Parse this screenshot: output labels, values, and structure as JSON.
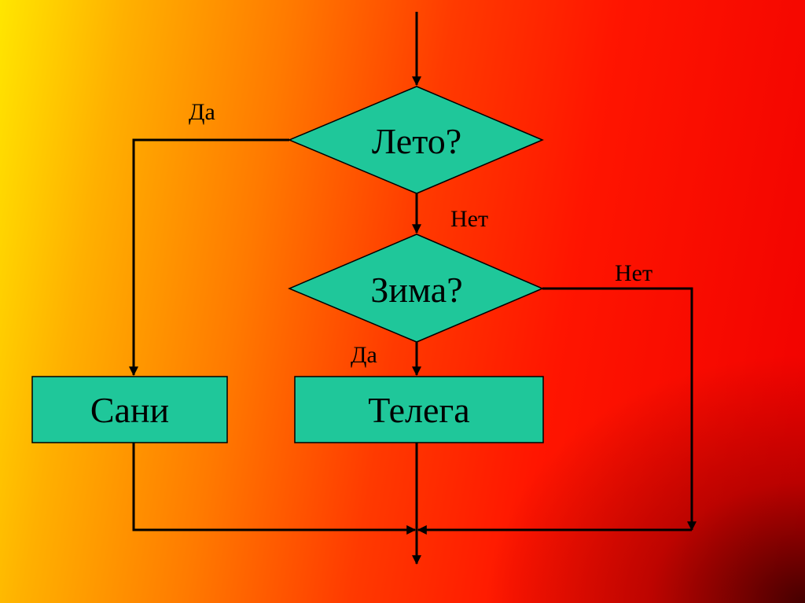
{
  "colors": {
    "shape_fill": "#1fc79a",
    "line": "#000000"
  },
  "diagram": {
    "decision_summer": "Лето?",
    "decision_winter": "Зима?",
    "process_sled": "Сани",
    "process_cart": "Телега",
    "label_summer_yes": "Да",
    "label_summer_no": "Нет",
    "label_winter_yes": "Да",
    "label_winter_no": "Нет"
  }
}
